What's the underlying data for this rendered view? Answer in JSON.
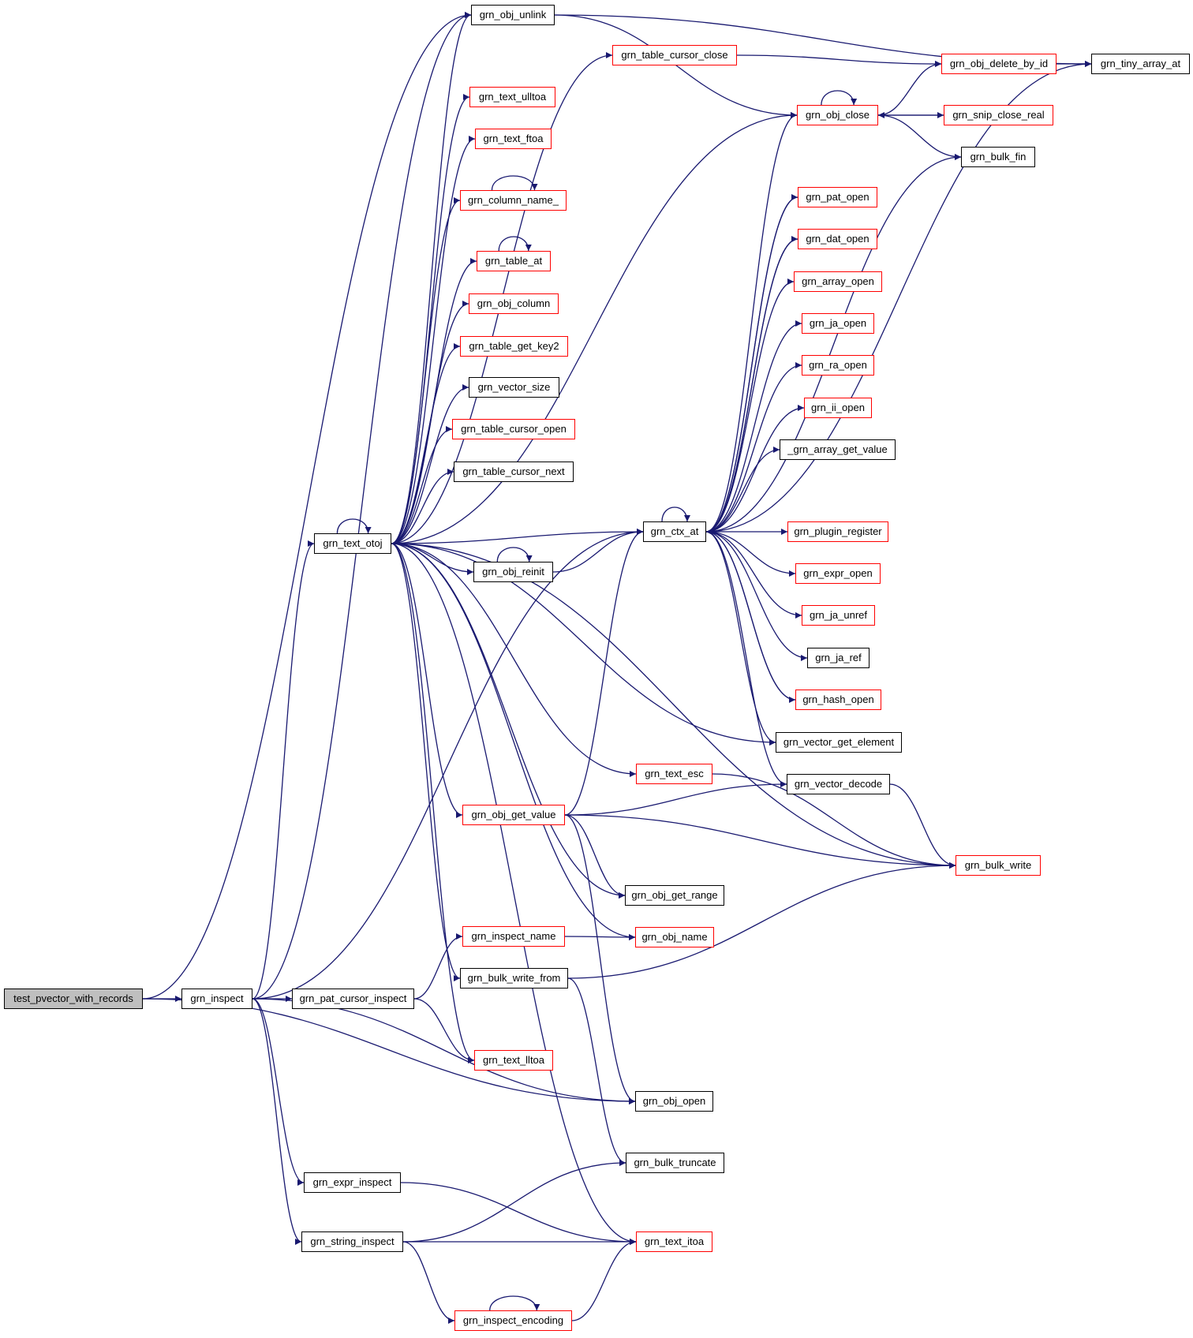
{
  "colors": {
    "edge": "#191970",
    "node_border": "#000000",
    "node_link_border": "#ff0000",
    "root_fill": "#bfbfbf"
  },
  "nodes": {
    "test_pvector_with_records": "test_pvector_with_records",
    "grn_inspect": "grn_inspect",
    "grn_pat_cursor_inspect": "grn_pat_cursor_inspect",
    "grn_text_otoj": "grn_text_otoj",
    "grn_expr_inspect": "grn_expr_inspect",
    "grn_string_inspect": "grn_string_inspect",
    "grn_obj_unlink": "grn_obj_unlink",
    "grn_table_cursor_close": "grn_table_cursor_close",
    "grn_text_ulltoa": "grn_text_ulltoa",
    "grn_text_ftoa": "grn_text_ftoa",
    "grn_column_name_": "grn_column_name_",
    "grn_table_at": "grn_table_at",
    "grn_obj_column": "grn_obj_column",
    "grn_table_get_key2": "grn_table_get_key2",
    "grn_vector_size": "grn_vector_size",
    "grn_table_cursor_open": "grn_table_cursor_open",
    "grn_table_cursor_next": "grn_table_cursor_next",
    "grn_obj_reinit": "grn_obj_reinit",
    "grn_obj_get_value": "grn_obj_get_value",
    "grn_inspect_name": "grn_inspect_name",
    "grn_bulk_write_from": "grn_bulk_write_from",
    "grn_text_lltoa": "grn_text_lltoa",
    "grn_inspect_encoding": "grn_inspect_encoding",
    "grn_ctx_at": "grn_ctx_at",
    "grn_text_esc": "grn_text_esc",
    "grn_obj_get_range": "grn_obj_get_range",
    "grn_obj_name": "grn_obj_name",
    "grn_obj_open": "grn_obj_open",
    "grn_bulk_truncate": "grn_bulk_truncate",
    "grn_text_itoa": "grn_text_itoa",
    "grn_obj_close": "grn_obj_close",
    "grn_pat_open": "grn_pat_open",
    "grn_dat_open": "grn_dat_open",
    "grn_array_open": "grn_array_open",
    "grn_ja_open": "grn_ja_open",
    "grn_ra_open": "grn_ra_open",
    "grn_ii_open": "grn_ii_open",
    "_grn_array_get_value": "_grn_array_get_value",
    "grn_plugin_register": "grn_plugin_register",
    "grn_expr_open": "grn_expr_open",
    "grn_ja_unref": "grn_ja_unref",
    "grn_ja_ref": "grn_ja_ref",
    "grn_hash_open": "grn_hash_open",
    "grn_vector_get_element": "grn_vector_get_element",
    "grn_vector_decode": "grn_vector_decode",
    "grn_obj_delete_by_id": "grn_obj_delete_by_id",
    "grn_snip_close_real": "grn_snip_close_real",
    "grn_bulk_fin": "grn_bulk_fin",
    "grn_bulk_write": "grn_bulk_write",
    "grn_tiny_array_at": "grn_tiny_array_at"
  },
  "edges": [
    [
      "test_pvector_with_records",
      "grn_inspect"
    ],
    [
      "test_pvector_with_records",
      "grn_obj_unlink"
    ],
    [
      "test_pvector_with_records",
      "grn_obj_open"
    ],
    [
      "grn_inspect",
      "grn_pat_cursor_inspect"
    ],
    [
      "grn_inspect",
      "grn_text_otoj"
    ],
    [
      "grn_inspect",
      "grn_obj_unlink"
    ],
    [
      "grn_inspect",
      "grn_ctx_at"
    ],
    [
      "grn_inspect",
      "grn_obj_open"
    ],
    [
      "grn_inspect",
      "grn_expr_inspect"
    ],
    [
      "grn_inspect",
      "grn_string_inspect"
    ],
    [
      "grn_pat_cursor_inspect",
      "grn_inspect_name"
    ],
    [
      "grn_pat_cursor_inspect",
      "grn_text_lltoa"
    ],
    [
      "grn_text_otoj",
      "grn_text_otoj"
    ],
    [
      "grn_text_otoj",
      "grn_obj_unlink"
    ],
    [
      "grn_text_otoj",
      "grn_table_cursor_close"
    ],
    [
      "grn_text_otoj",
      "grn_text_ulltoa"
    ],
    [
      "grn_text_otoj",
      "grn_text_ftoa"
    ],
    [
      "grn_text_otoj",
      "grn_column_name_"
    ],
    [
      "grn_text_otoj",
      "grn_table_at"
    ],
    [
      "grn_text_otoj",
      "grn_obj_column"
    ],
    [
      "grn_text_otoj",
      "grn_table_get_key2"
    ],
    [
      "grn_text_otoj",
      "grn_vector_size"
    ],
    [
      "grn_text_otoj",
      "grn_table_cursor_open"
    ],
    [
      "grn_text_otoj",
      "grn_table_cursor_next"
    ],
    [
      "grn_text_otoj",
      "grn_obj_reinit"
    ],
    [
      "grn_text_otoj",
      "grn_ctx_at"
    ],
    [
      "grn_text_otoj",
      "grn_obj_close"
    ],
    [
      "grn_text_otoj",
      "grn_vector_get_element"
    ],
    [
      "grn_text_otoj",
      "grn_text_esc"
    ],
    [
      "grn_text_otoj",
      "grn_obj_get_value"
    ],
    [
      "grn_text_otoj",
      "grn_obj_get_range"
    ],
    [
      "grn_text_otoj",
      "grn_obj_name"
    ],
    [
      "grn_text_otoj",
      "grn_bulk_write_from"
    ],
    [
      "grn_text_otoj",
      "grn_text_lltoa"
    ],
    [
      "grn_text_otoj",
      "grn_text_itoa"
    ],
    [
      "grn_text_otoj",
      "grn_bulk_write"
    ],
    [
      "grn_column_name_",
      "grn_column_name_"
    ],
    [
      "grn_table_at",
      "grn_table_at"
    ],
    [
      "grn_obj_unlink",
      "grn_tiny_array_at"
    ],
    [
      "grn_obj_unlink",
      "grn_obj_close"
    ],
    [
      "grn_table_cursor_close",
      "grn_obj_delete_by_id"
    ],
    [
      "grn_obj_reinit",
      "grn_obj_reinit"
    ],
    [
      "grn_obj_reinit",
      "grn_ctx_at"
    ],
    [
      "grn_obj_get_value",
      "grn_ctx_at"
    ],
    [
      "grn_obj_get_value",
      "grn_vector_decode"
    ],
    [
      "grn_obj_get_value",
      "grn_bulk_write"
    ],
    [
      "grn_obj_get_value",
      "grn_obj_get_range"
    ],
    [
      "grn_obj_get_value",
      "grn_obj_open"
    ],
    [
      "grn_inspect_name",
      "grn_obj_name"
    ],
    [
      "grn_bulk_write_from",
      "grn_bulk_write"
    ],
    [
      "grn_bulk_write_from",
      "grn_bulk_truncate"
    ],
    [
      "grn_expr_inspect",
      "grn_text_itoa"
    ],
    [
      "grn_string_inspect",
      "grn_bulk_truncate"
    ],
    [
      "grn_string_inspect",
      "grn_text_itoa"
    ],
    [
      "grn_string_inspect",
      "grn_inspect_encoding"
    ],
    [
      "grn_inspect_encoding",
      "grn_inspect_encoding"
    ],
    [
      "grn_inspect_encoding",
      "grn_text_itoa"
    ],
    [
      "grn_text_esc",
      "grn_bulk_write"
    ],
    [
      "grn_ctx_at",
      "grn_ctx_at"
    ],
    [
      "grn_ctx_at",
      "grn_obj_close"
    ],
    [
      "grn_ctx_at",
      "grn_bulk_fin"
    ],
    [
      "grn_ctx_at",
      "grn_pat_open"
    ],
    [
      "grn_ctx_at",
      "grn_dat_open"
    ],
    [
      "grn_ctx_at",
      "grn_array_open"
    ],
    [
      "grn_ctx_at",
      "grn_ja_open"
    ],
    [
      "grn_ctx_at",
      "grn_ra_open"
    ],
    [
      "grn_ctx_at",
      "grn_ii_open"
    ],
    [
      "grn_ctx_at",
      "_grn_array_get_value"
    ],
    [
      "grn_ctx_at",
      "grn_plugin_register"
    ],
    [
      "grn_ctx_at",
      "grn_expr_open"
    ],
    [
      "grn_ctx_at",
      "grn_ja_unref"
    ],
    [
      "grn_ctx_at",
      "grn_ja_ref"
    ],
    [
      "grn_ctx_at",
      "grn_hash_open"
    ],
    [
      "grn_ctx_at",
      "grn_vector_get_element"
    ],
    [
      "grn_ctx_at",
      "grn_vector_decode"
    ],
    [
      "grn_ctx_at",
      "grn_tiny_array_at"
    ],
    [
      "grn_pat_open",
      "grn_ctx_at"
    ],
    [
      "grn_dat_open",
      "grn_ctx_at"
    ],
    [
      "grn_hash_open",
      "grn_ctx_at"
    ],
    [
      "grn_vector_decode",
      "grn_bulk_write"
    ],
    [
      "grn_obj_close",
      "grn_obj_close"
    ],
    [
      "grn_obj_close",
      "grn_obj_delete_by_id"
    ],
    [
      "grn_obj_close",
      "grn_snip_close_real"
    ],
    [
      "grn_obj_close",
      "grn_bulk_fin"
    ],
    [
      "grn_snip_close_real",
      "grn_obj_close"
    ],
    [
      "grn_obj_delete_by_id",
      "grn_tiny_array_at"
    ]
  ]
}
